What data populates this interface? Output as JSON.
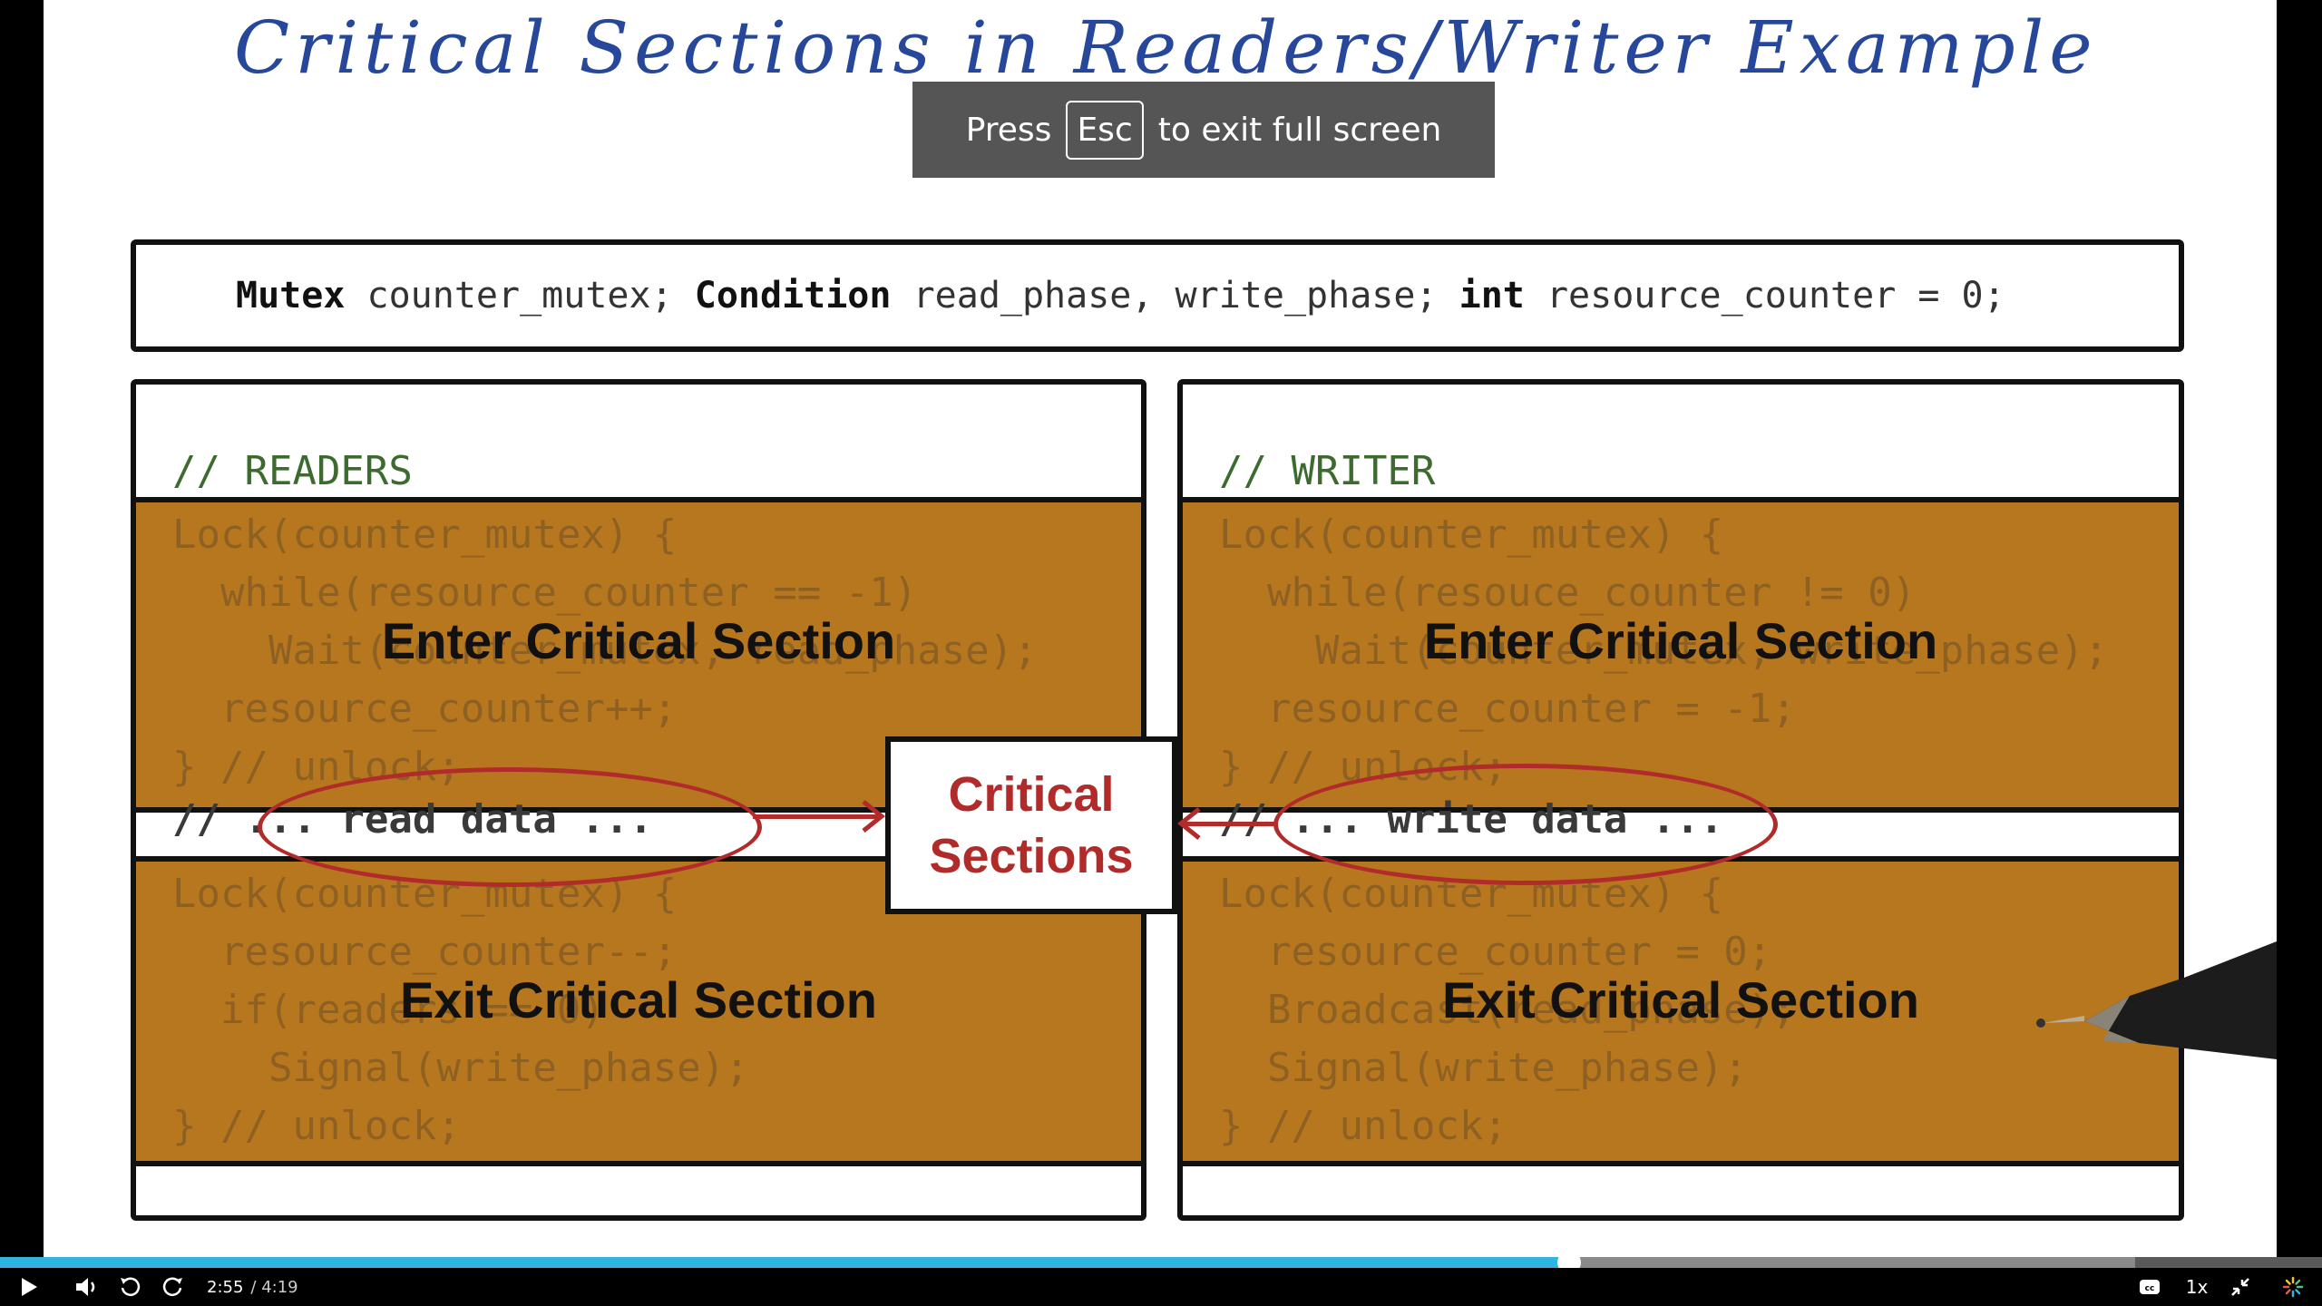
{
  "slide": {
    "title": "Critical Sections in Readers/Writer Example",
    "declaration": {
      "kw_mutex": "Mutex",
      "mutex_var": " counter_mutex; ",
      "kw_condition": "Condition",
      "cond_vars": " read_phase, write_phase; ",
      "kw_int": "int",
      "int_var": " resource_counter = 0;"
    },
    "readers": {
      "header": "// READERS",
      "enter_code": "Lock(counter_mutex) {\n  while(resource_counter == -1)\n    Wait(counter_mutex, read_phase);\n  resource_counter++;\n} // unlock;",
      "enter_label": "Enter Critical Section",
      "data_line": "// ... read data ...",
      "exit_code": "Lock(counter_mutex) {\n  resource_counter--;\n  if(readers == 0)\n    Signal(write_phase);\n} // unlock;",
      "exit_label": "Exit Critical Section"
    },
    "writer": {
      "header": "// WRITER",
      "enter_code": "Lock(counter_mutex) {\n  while(resouce_counter != 0)\n    Wait(counter_mutex, write_phase);\n  resource_counter = -1;\n} // unlock;",
      "enter_label": "Enter Critical Section",
      "data_line": "// ... write data ...",
      "exit_code": "Lock(counter_mutex) {\n  resource_counter = 0;\n  Broadcast(read_phase);\n  Signal(write_phase);\n} // unlock;",
      "exit_label": "Exit Critical Section"
    },
    "critical_box_label": "Critical Sections"
  },
  "fullscreen_toast": {
    "prefix": "Press",
    "key": "Esc",
    "suffix": "to exit full screen"
  },
  "player": {
    "current_time": "2:55",
    "duration": "/ 4:19",
    "progress_fraction": 0.6757,
    "speed": "1x",
    "accent_color": "#2fb5e0",
    "icons": [
      "play-icon",
      "volume-icon",
      "rewind-10-icon",
      "forward-10-icon",
      "captions-icon",
      "exit-fullscreen-icon",
      "loading-spinner-icon"
    ]
  }
}
